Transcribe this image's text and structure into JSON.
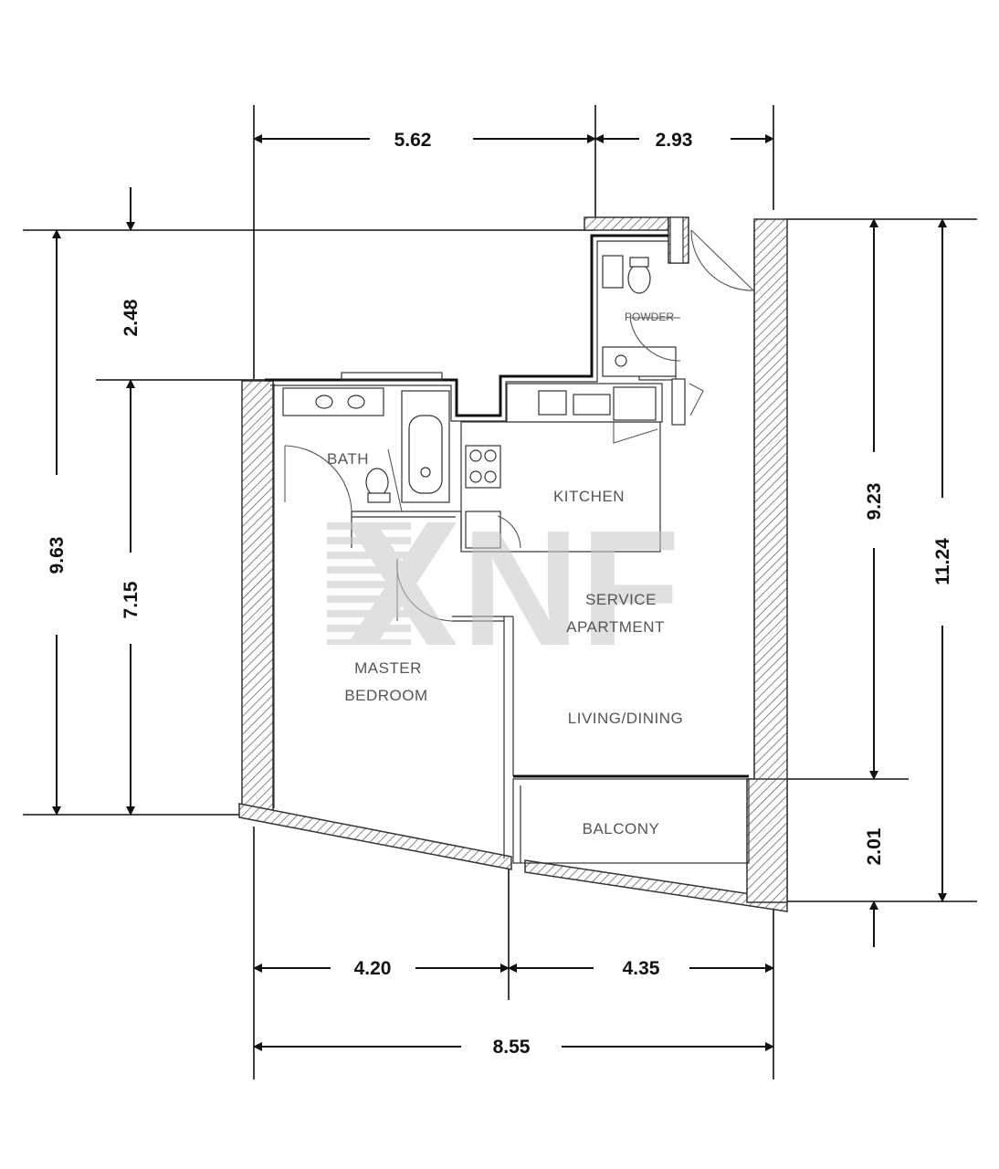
{
  "dimensions": {
    "top_left": "5.62",
    "top_right": "2.93",
    "left_upper": "2.48",
    "left_outer": "9.63",
    "left_inner": "7.15",
    "right_inner": "9.23",
    "right_outer": "11.24",
    "right_lower": "2.01",
    "bottom_left": "4.20",
    "bottom_right": "4.35",
    "bottom_total": "8.55"
  },
  "rooms": {
    "powder": "POWDER",
    "bath": "BATH",
    "kitchen": "KITCHEN",
    "service_line1": "SERVICE",
    "service_line2": "APARTMENT",
    "master_line1": "MASTER",
    "master_line2": "BEDROOM",
    "living": "LIVING/DINING",
    "balcony": "BALCONY"
  },
  "watermark": "NF",
  "colors": {
    "line": "#111111",
    "room_label": "#555555",
    "watermark": "#c8c8c8"
  }
}
